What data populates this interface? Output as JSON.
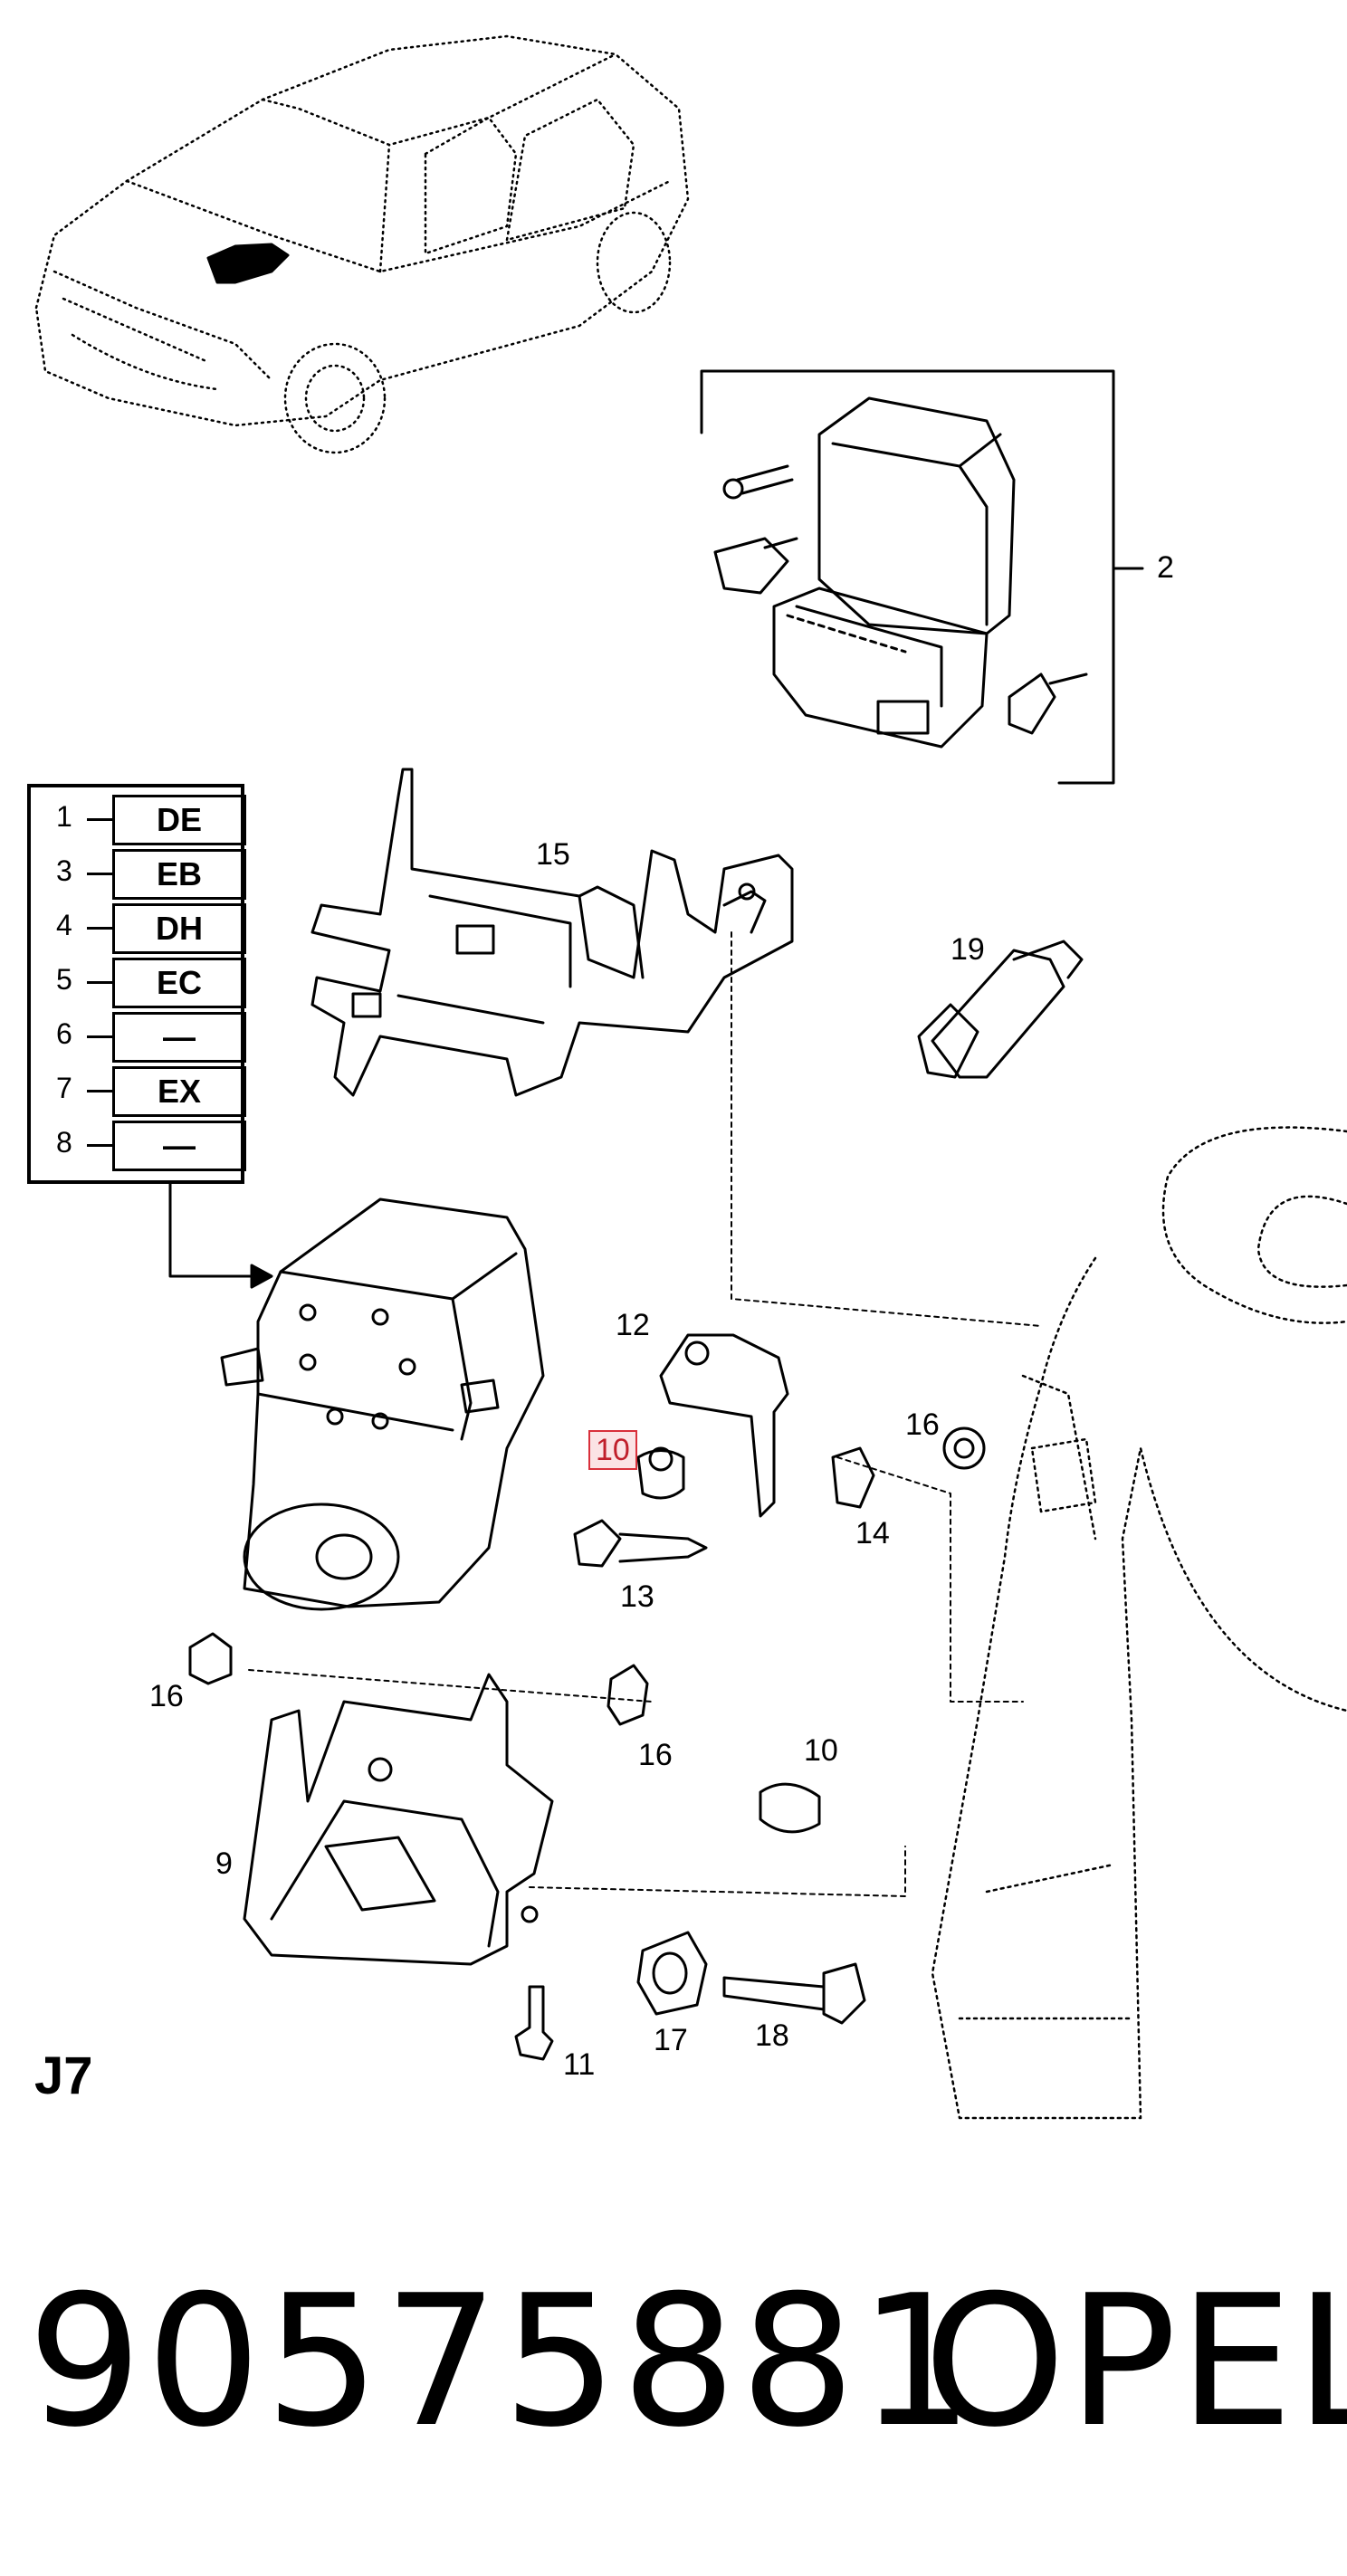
{
  "codes": [
    {
      "num": "1",
      "code": "DE"
    },
    {
      "num": "3",
      "code": "EB"
    },
    {
      "num": "4",
      "code": "DH"
    },
    {
      "num": "5",
      "code": "EC"
    },
    {
      "num": "6",
      "code": "—"
    },
    {
      "num": "7",
      "code": "EX"
    },
    {
      "num": "8",
      "code": "—"
    }
  ],
  "callouts": {
    "c2": "2",
    "c15": "15",
    "c19": "19",
    "c12": "12",
    "c10a": "10",
    "c16a": "16",
    "c14": "14",
    "c13": "13",
    "c16b": "16",
    "c16c": "16",
    "c10b": "10",
    "c9": "9",
    "c17": "17",
    "c18": "18",
    "c11": "11"
  },
  "page_id": "J7",
  "part_number": "90575881",
  "brand": "OPEL",
  "highlight_color": "#d9303b"
}
